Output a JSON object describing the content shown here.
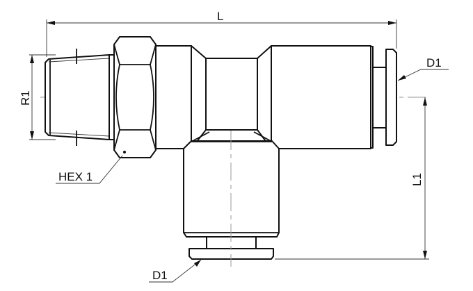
{
  "labels": {
    "overall_length": "L",
    "thread_size": "R1",
    "hex_size": "HEX 1",
    "tube_od_side": "D1",
    "tube_od_bottom": "D1",
    "branch_length": "L1"
  }
}
